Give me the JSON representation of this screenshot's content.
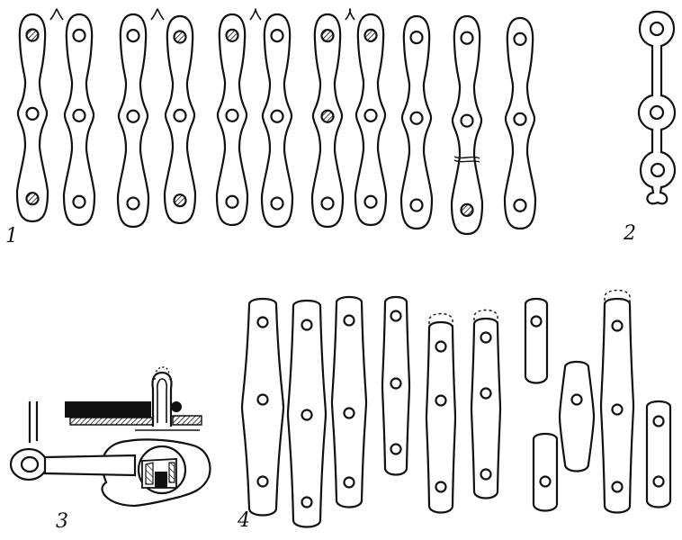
{
  "figure": {
    "labels": {
      "group_1": "1",
      "group_2": "2",
      "group_3": "3",
      "group_4": "4"
    },
    "colors": {
      "ink": "#111111",
      "paper": "#ffffff"
    }
  }
}
